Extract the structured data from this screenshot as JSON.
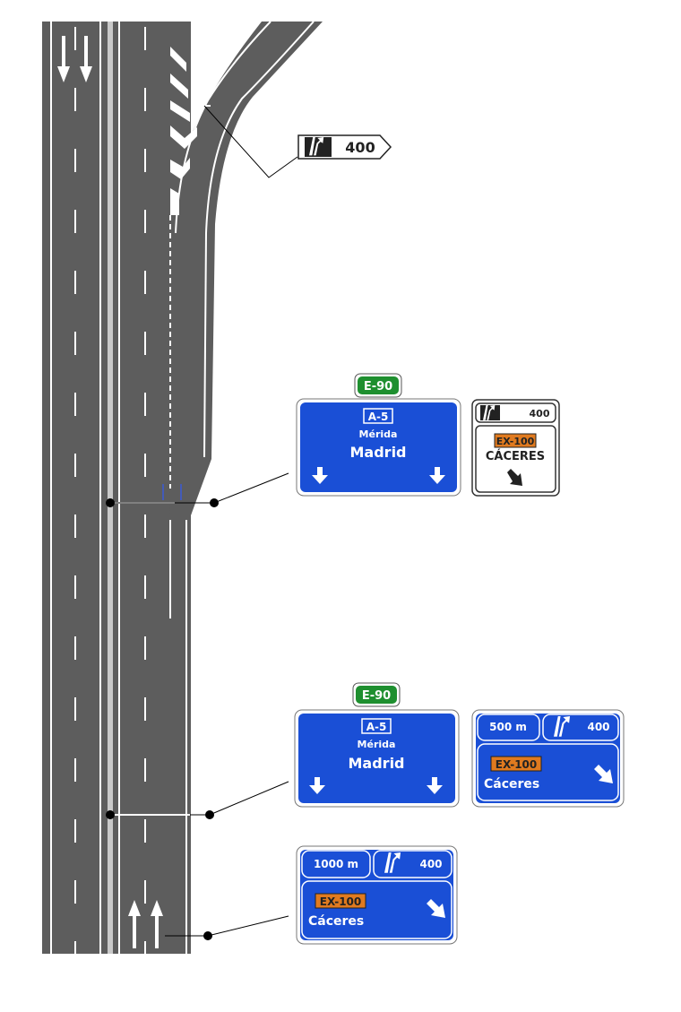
{
  "colors": {
    "asphalt": "#5d5d5d",
    "lane_marking": "#ffffff",
    "sign_blue": "#1a4fd6",
    "sign_green": "#1e8f2f",
    "sign_orange": "#e07a1f",
    "sign_white": "#ffffff",
    "leader_line": "#000000"
  },
  "signs": {
    "roadside_marker": {
      "distance": "400",
      "icon": "exit-ramp-icon"
    },
    "gantry_1": {
      "euro_route": "E-90",
      "main": {
        "route": "A-5",
        "via": "Mérida",
        "destination": "Madrid",
        "icon": "down-arrow-icon"
      },
      "exit": {
        "distance": "400",
        "route": "EX-100",
        "destination": "CÁCERES",
        "icon": "down-right-arrow-icon"
      }
    },
    "gantry_2": {
      "euro_route": "E-90",
      "main": {
        "route": "A-5",
        "via": "Mérida",
        "destination": "Madrid",
        "icon": "down-arrow-icon"
      },
      "exit": {
        "advance_distance": "500 m",
        "distance": "400",
        "route": "EX-100",
        "destination": "Cáceres",
        "icon": "down-right-arrow-icon"
      }
    },
    "advance_sign": {
      "advance_distance": "1000 m",
      "distance": "400",
      "route": "EX-100",
      "destination": "Cáceres",
      "icon": "down-right-arrow-icon"
    }
  }
}
